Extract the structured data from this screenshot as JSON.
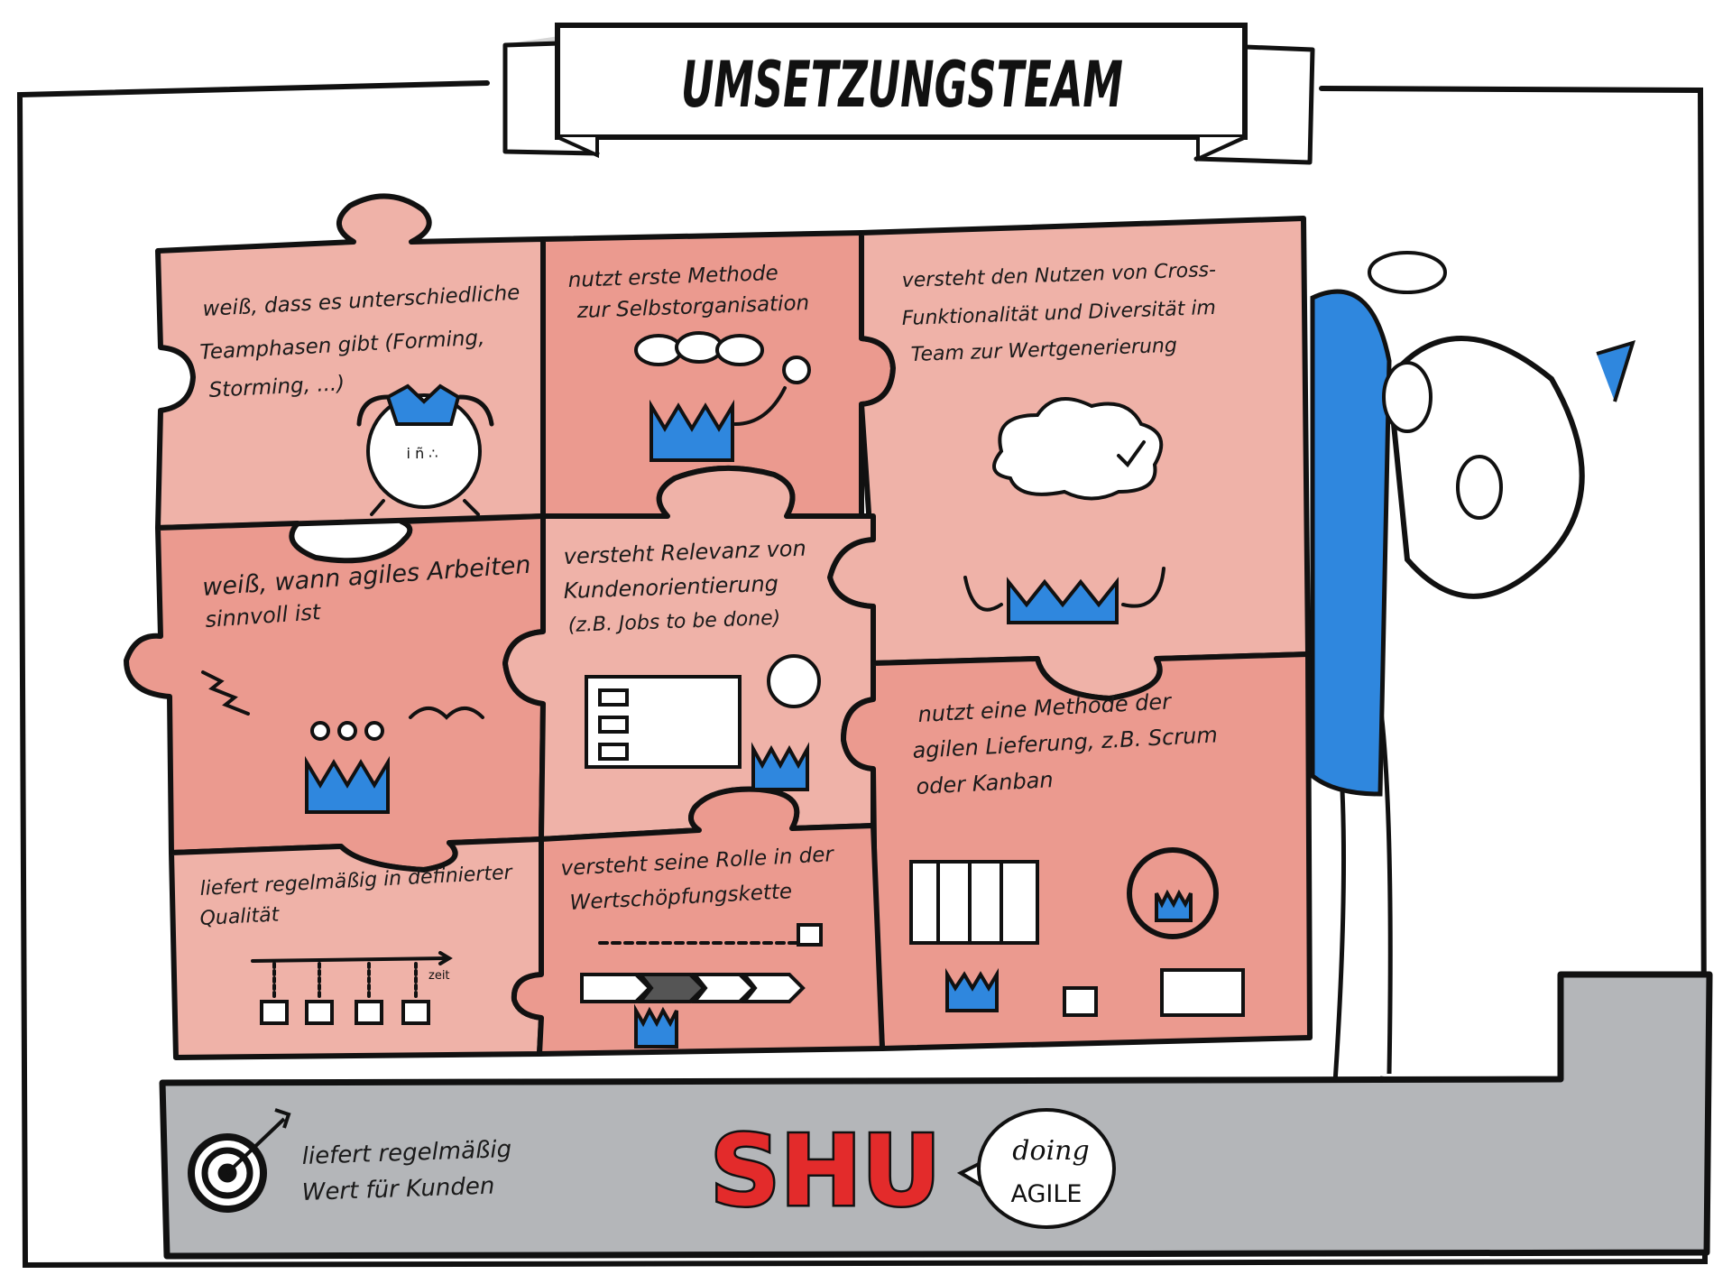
{
  "banner": {
    "title": "UMSETZUNGSTEAM"
  },
  "pieces": [
    {
      "lines": [
        "weiß, dass es unterschiedliche",
        "Teamphasen gibt (Forming,",
        "Storming, ...)"
      ]
    },
    {
      "lines": [
        "nutzt erste Methode",
        "zur Selbstorganisation"
      ]
    },
    {
      "lines": [
        "versteht den Nutzen von Cross-",
        "Funktionalität und Diversität im",
        "Team zur Wertgenerierung"
      ]
    },
    {
      "lines": [
        "weiß, wann agiles Arbeiten",
        "sinnvoll ist"
      ]
    },
    {
      "lines": [
        "versteht Relevanz von",
        "Kundenorientierung",
        "(z.B. Jobs to be done)"
      ]
    },
    {
      "lines": [
        "nutzt eine Methode der",
        "agilen Lieferung, z.B. Scrum",
        "oder Kanban"
      ]
    },
    {
      "lines": [
        "liefert regelmäßig in definierter",
        "Qualität"
      ]
    },
    {
      "lines": [
        "versteht seine Rolle in der",
        "Wertschöpfungskette"
      ]
    }
  ],
  "timeline_label": "zeit",
  "bottom_bar": {
    "goal_lines": [
      "liefert regelmäßig",
      "Wert für Kunden"
    ],
    "brand": "SHU",
    "bubble_script": "doing",
    "bubble_text": "AGILE"
  },
  "colors": {
    "piece_light": "#efb2a8",
    "piece_dark": "#eb9a8f",
    "team_blue": "#2f87de",
    "bar_gray": "#b4b6b9",
    "brand_red": "#e32b2b",
    "ink": "#111111"
  }
}
